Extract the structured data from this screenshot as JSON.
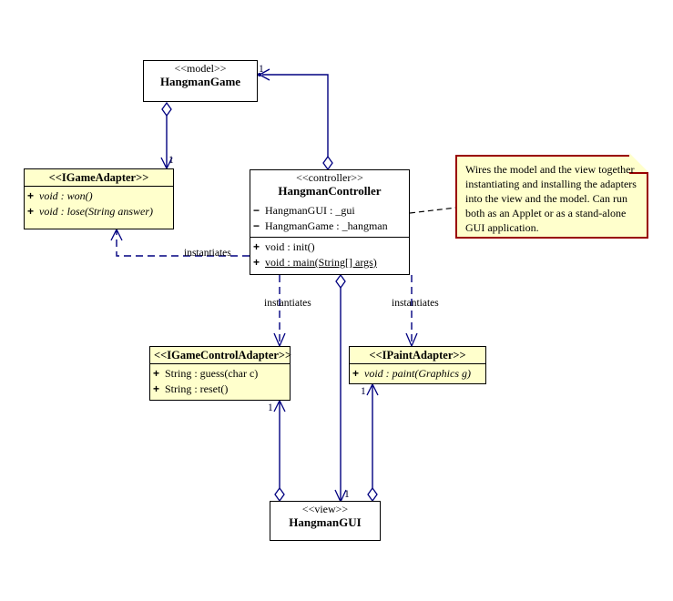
{
  "diagram": {
    "title": "Hangman MVC Class Diagram",
    "colors": {
      "interface_fill": "#FFFFCC",
      "class_fill": "#FFFFFF",
      "outline": "#000000",
      "association": "#000080",
      "note_border": "#990000",
      "note_fill": "#FFFFCC"
    }
  },
  "classes": {
    "model": {
      "stereotype": "<<model>>",
      "name": "HangmanGame"
    },
    "controller": {
      "stereotype": "<<controller>>",
      "name": "HangmanController",
      "fields": [
        {
          "visibility": "−",
          "text": "HangmanGUI : _gui",
          "italic": false,
          "static": false
        },
        {
          "visibility": "−",
          "text": "HangmanGame : _hangman",
          "italic": false,
          "static": false
        }
      ],
      "methods": [
        {
          "visibility": "+",
          "text": "void : init()",
          "italic": false,
          "static": false
        },
        {
          "visibility": "+",
          "text": "void : main(String[] args)",
          "italic": false,
          "static": true
        }
      ]
    },
    "view": {
      "stereotype": "<<view>>",
      "name": "HangmanGUI"
    },
    "game_adapter": {
      "stereotype": "<<IGameAdapter>>",
      "methods": [
        {
          "visibility": "+",
          "text": "void : won()",
          "italic": true,
          "static": false
        },
        {
          "visibility": "+",
          "text": "void : lose(String answer)",
          "italic": true,
          "static": false
        }
      ]
    },
    "game_control_adapter": {
      "stereotype": "<<IGameControlAdapter>>",
      "methods": [
        {
          "visibility": "+",
          "text": "String : guess(char c)",
          "italic": false,
          "static": false
        },
        {
          "visibility": "+",
          "text": "String : reset()",
          "italic": false,
          "static": false
        }
      ]
    },
    "paint_adapter": {
      "stereotype": "<<IPaintAdapter>>",
      "methods": [
        {
          "visibility": "+",
          "text": "void : paint(Graphics g)",
          "italic": true,
          "static": false
        }
      ]
    }
  },
  "note": {
    "text": "Wires the model and the view together instantiating and installing the adapters into the view and the model.  Can run both as an Applet or as a stand-alone GUI application."
  },
  "edges": {
    "controller_to_model": {
      "label": "",
      "multiplicity": "1",
      "kind": "aggregation"
    },
    "model_to_game_adapter": {
      "label": "",
      "multiplicity": "1",
      "kind": "aggregation"
    },
    "controller_instantiates_game_adapter": {
      "label": "instantiates",
      "kind": "dependency"
    },
    "controller_instantiates_game_control_adapter": {
      "label": "instantiates",
      "kind": "dependency"
    },
    "controller_instantiates_paint_adapter": {
      "label": "instantiates",
      "kind": "dependency"
    },
    "controller_to_view": {
      "label": "",
      "multiplicity": "1",
      "kind": "aggregation"
    },
    "view_to_game_control_adapter": {
      "label": "",
      "multiplicity": "1",
      "kind": "aggregation"
    },
    "view_to_paint_adapter": {
      "label": "",
      "multiplicity": "1",
      "kind": "aggregation"
    },
    "controller_to_note": {
      "label": "",
      "kind": "note-link"
    }
  }
}
